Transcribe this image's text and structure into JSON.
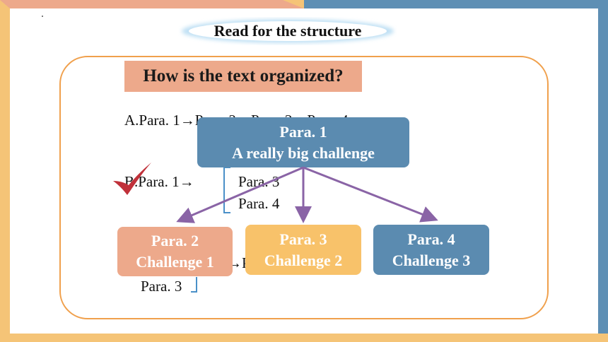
{
  "slide": {
    "title": "Read for the structure",
    "question": "How is the text organized?"
  },
  "options": {
    "a": "A.Para. 1→Para. 2→Para. 3→Para. 4",
    "b_prefix": "B.Para. 1→",
    "b_line1": "Para. 3",
    "b_line2": "Para. 4",
    "c_tail": "→P",
    "c_line2": "Para. 3"
  },
  "diagram": {
    "top": {
      "line1": "Para. 1",
      "line2": "A really big challenge"
    },
    "children": [
      {
        "line1": "Para. 2",
        "line2": "Challenge 1"
      },
      {
        "line1": "Para. 3",
        "line2": "Challenge 2"
      },
      {
        "line1": "Para. 4",
        "line2": "Challenge 3"
      }
    ],
    "arrow_color": "#8a64a6",
    "check_color": "#c0313a"
  },
  "colors": {
    "frame_left": "#f5c477",
    "frame_right": "#5e8fb4",
    "outline": "#f0a04c",
    "salmon": "#eda98b",
    "blue": "#5b8bb0",
    "yellow": "#f8c26a"
  }
}
